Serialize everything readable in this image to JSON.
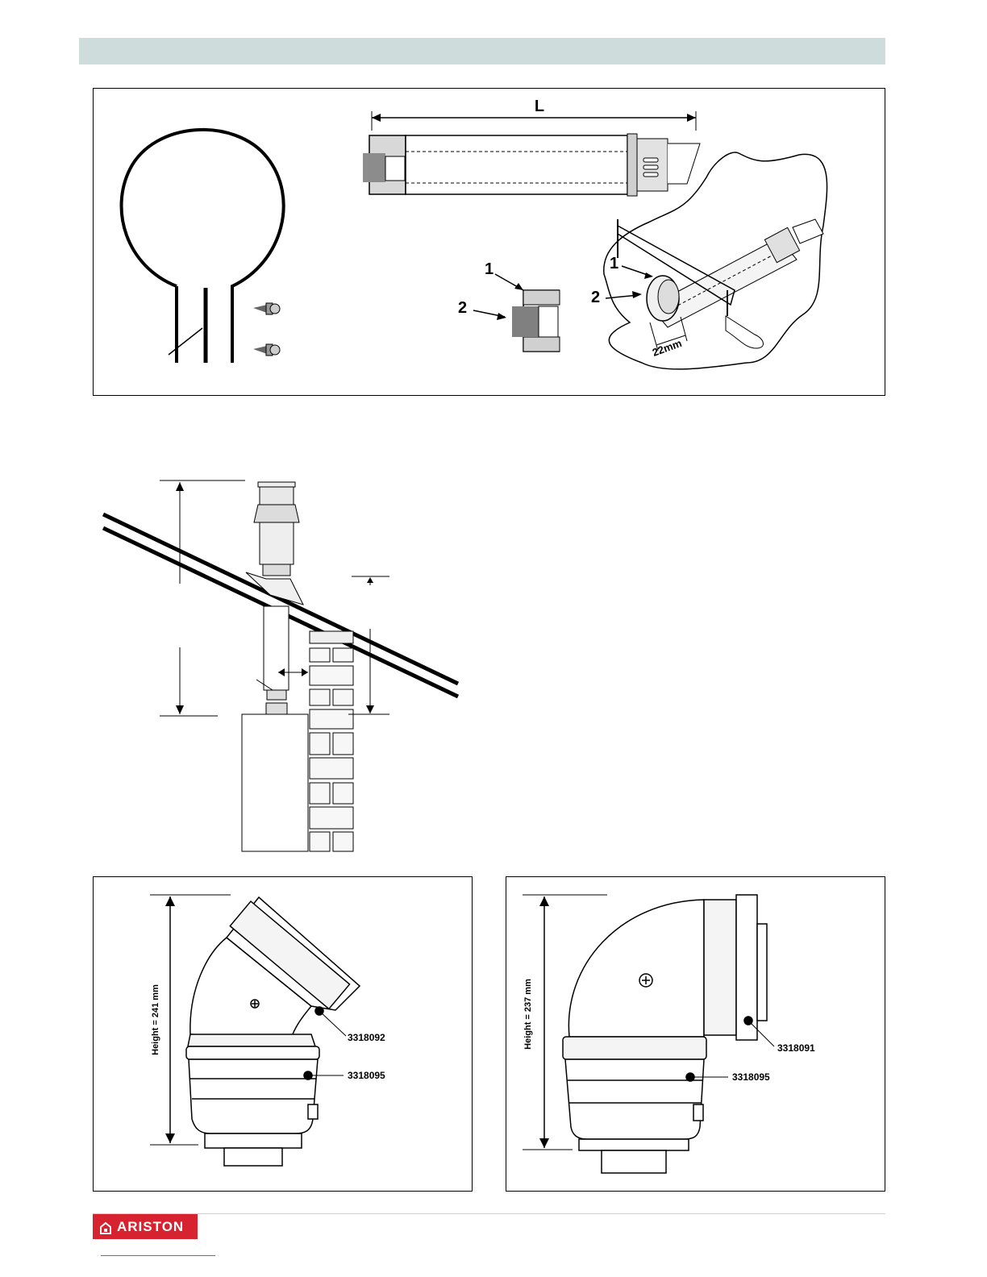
{
  "cut_figure": {
    "length_label": "L",
    "callout_1": "1",
    "callout_2": "2",
    "cut_depth": "22mm"
  },
  "elbow_45": {
    "height_label": "Height = 241 mm",
    "upper_part_code": "3318092",
    "lower_part_code": "3318095"
  },
  "elbow_90": {
    "height_label": "Height = 237 mm",
    "upper_part_code": "3318091",
    "lower_part_code": "3318095"
  },
  "footer": {
    "brand": "ARISTON",
    "brand_color": "#d6232f"
  }
}
